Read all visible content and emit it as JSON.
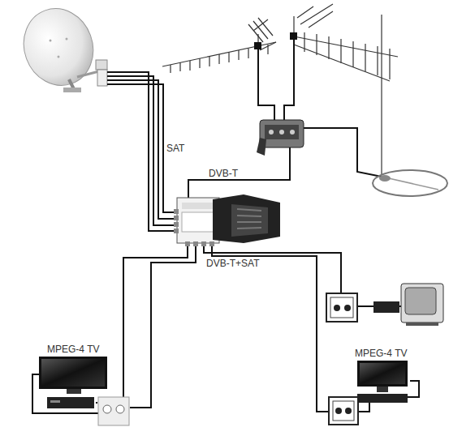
{
  "diagram": {
    "labels": [
      "SAT",
      "DVB-T",
      "DVB-T+SAT",
      "MPEG-4 TV",
      "MPEG-4 TV"
    ]
  }
}
